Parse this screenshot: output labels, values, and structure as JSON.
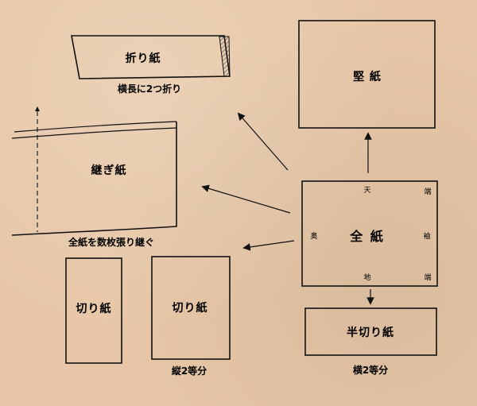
{
  "diagram": {
    "ori_gami": {
      "label": "折り紙",
      "caption": "横長に2つ折り"
    },
    "kenshi": {
      "label": "堅 紙"
    },
    "tsugi_gami": {
      "label": "継ぎ紙",
      "caption": "全紙を数枚張り継ぐ"
    },
    "zenshi": {
      "label": "全 紙",
      "ten": "天",
      "chi": "地",
      "oku": "奥",
      "sode": "袖",
      "hashi_top": "端",
      "hashi_bottom": "端"
    },
    "kiri_gami_left": {
      "label": "切り紙"
    },
    "kiri_gami_right": {
      "label": "切り紙"
    },
    "tate_caption": "縦2等分",
    "han_kiri_gami": {
      "label": "半切り紙",
      "caption": "横2等分"
    }
  }
}
